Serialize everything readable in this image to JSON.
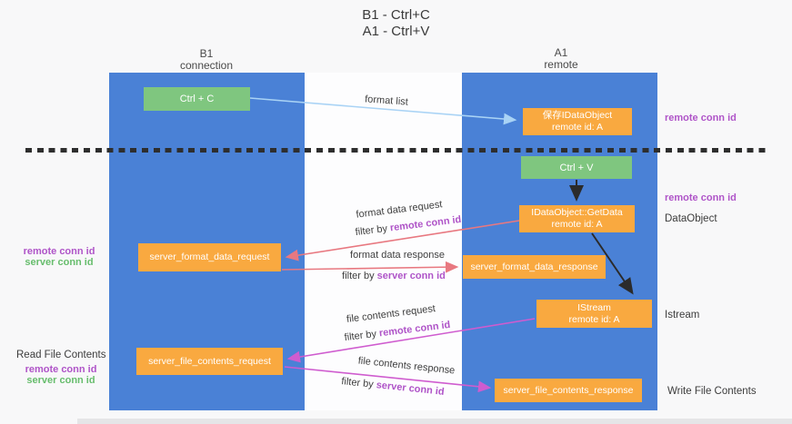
{
  "title": {
    "line1": "B1 - Ctrl+C",
    "line2": "A1 - Ctrl+V"
  },
  "columns": {
    "left": {
      "name": "B1",
      "role": "connection"
    },
    "right": {
      "name": "A1",
      "role": "remote"
    }
  },
  "boxes": {
    "ctrl_c": {
      "label": "Ctrl + C"
    },
    "save_idataobject": {
      "line1": "保存IDataObject",
      "line2": "remote id: A"
    },
    "ctrl_v": {
      "label": "Ctrl + V"
    },
    "getdata": {
      "line1": "IDataObject::GetData",
      "line2": "remote id: A"
    },
    "format_request": {
      "label": "server_format_data_request"
    },
    "format_response": {
      "label": "server_format_data_response"
    },
    "istream": {
      "line1": "IStream",
      "line2": "remote id: A"
    },
    "file_request": {
      "label": "server_file_contents_request"
    },
    "file_response": {
      "label": "server_file_contents_response"
    }
  },
  "edge_labels": {
    "format_list": "format list",
    "format_data_request": "format data request",
    "format_data_response": "format data response",
    "file_contents_request": "file contents request",
    "file_contents_response": "file contents response",
    "filter_by": "filter by ",
    "remote_conn_id": "remote conn id",
    "server_conn_id": "server conn id"
  },
  "side_labels": {
    "remote_conn_id": "remote conn id",
    "server_conn_id": "server conn id",
    "dataobject": "DataObject",
    "istream": "Istream",
    "read_file_contents": "Read File Contents",
    "write_file_contents": "Write File Contents"
  },
  "colors": {
    "column_blue": "#4a81d6",
    "box_orange": "#f9a940",
    "box_green": "#7fc67f",
    "purple_label": "#af54c8",
    "green_label": "#67bd6d",
    "arrow_blue": "#a9d3f5",
    "arrow_salmon": "#e87880",
    "arrow_magenta": "#cf5ccf",
    "arrow_black": "#2b2b2b"
  }
}
